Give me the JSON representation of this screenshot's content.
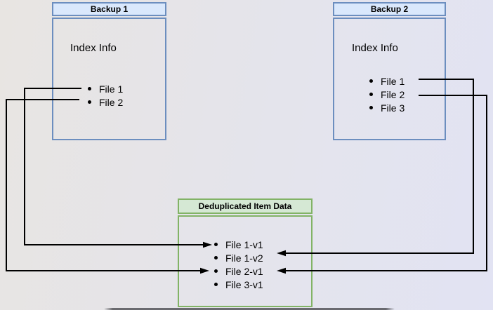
{
  "diagram": {
    "backup1": {
      "title": "Backup 1",
      "label": "Index Info",
      "files": [
        "File 1",
        "File 2"
      ]
    },
    "backup2": {
      "title": "Backup 2",
      "label": "Index Info",
      "files": [
        "File 1",
        "File 2",
        "File 3"
      ]
    },
    "dedup": {
      "title": "Deduplicated Item Data",
      "items": [
        "File 1-v1",
        "File 1-v2",
        "File 2-v1",
        "File 3-v1"
      ]
    },
    "connections": [
      {
        "from": "Backup 1 / File 1",
        "to": "File 1-v1"
      },
      {
        "from": "Backup 1 / File 2",
        "to": "File 2-v1"
      },
      {
        "from": "Backup 2 / File 1",
        "to": "File 1-v2"
      },
      {
        "from": "Backup 2 / File 2",
        "to": "File 2-v1"
      }
    ],
    "colors": {
      "blue_fill": "#dae8fc",
      "blue_stroke": "#6c8ebf",
      "green_fill": "#d5e8d4",
      "green_stroke": "#82b366",
      "arrow": "#000000"
    }
  }
}
